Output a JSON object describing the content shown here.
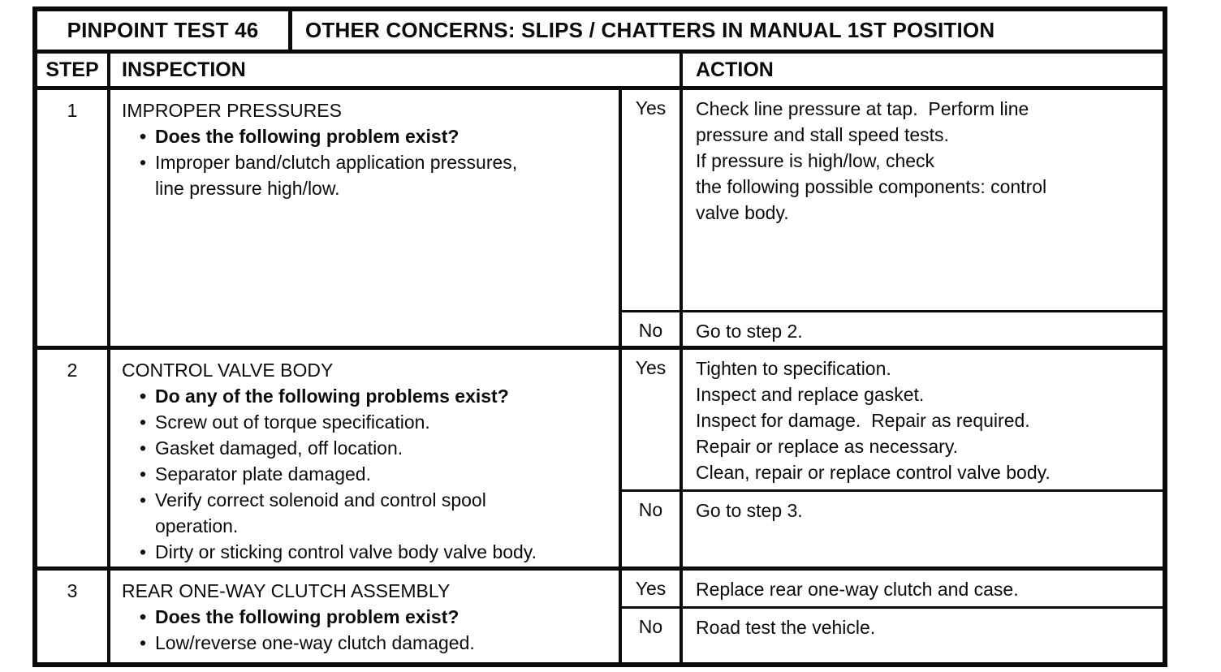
{
  "glyphs": {
    "bullet": "•"
  },
  "header": {
    "test_label": "PINPOINT TEST 46",
    "concern": "OTHER CONCERNS: SLIPS / CHATTERS IN MANUAL 1ST POSITION"
  },
  "columns": {
    "step": "STEP",
    "inspection": "INSPECTION",
    "action": "ACTION"
  },
  "steps": [
    {
      "number": "1",
      "title": "IMPROPER PRESSURES",
      "bullets": [
        {
          "bold": true,
          "lines": [
            "Does the following problem exist?"
          ]
        },
        {
          "bold": false,
          "lines": [
            "Improper band/clutch application pressures,",
            "line pressure high/low."
          ]
        }
      ],
      "yes": {
        "label": "Yes",
        "lines": [
          "Check line pressure at tap.  Perform line",
          "pressure and stall speed tests.",
          "If pressure is high/low, check",
          "the following possible components: control",
          "valve body."
        ]
      },
      "no": {
        "label": "No",
        "lines": [
          "Go to step 2."
        ]
      }
    },
    {
      "number": "2",
      "title": "CONTROL VALVE BODY",
      "bullets": [
        {
          "bold": true,
          "lines": [
            "Do any of the following problems exist?"
          ]
        },
        {
          "bold": false,
          "lines": [
            "Screw out of torque specification."
          ]
        },
        {
          "bold": false,
          "lines": [
            "Gasket damaged, off location."
          ]
        },
        {
          "bold": false,
          "lines": [
            "Separator plate damaged."
          ]
        },
        {
          "bold": false,
          "lines": [
            "Verify correct solenoid and control spool",
            "operation."
          ]
        },
        {
          "bold": false,
          "lines": [
            "Dirty or sticking control valve body valve body."
          ]
        }
      ],
      "yes": {
        "label": "Yes",
        "lines": [
          "Tighten to specification.",
          "Inspect and replace gasket.",
          "Inspect for damage.  Repair as required.",
          "Repair or replace as necessary.",
          "Clean, repair or replace control valve body."
        ]
      },
      "no": {
        "label": "No",
        "lines": [
          "Go to step 3."
        ]
      }
    },
    {
      "number": "3",
      "title": "REAR ONE-WAY CLUTCH ASSEMBLY",
      "bullets": [
        {
          "bold": true,
          "lines": [
            "Does the following problem exist?"
          ]
        },
        {
          "bold": false,
          "lines": [
            "Low/reverse one-way clutch damaged."
          ]
        }
      ],
      "yes": {
        "label": "Yes",
        "lines": [
          "Replace rear one-way clutch and case."
        ]
      },
      "no": {
        "label": "No",
        "lines": [
          "Road test the vehicle."
        ]
      }
    }
  ]
}
